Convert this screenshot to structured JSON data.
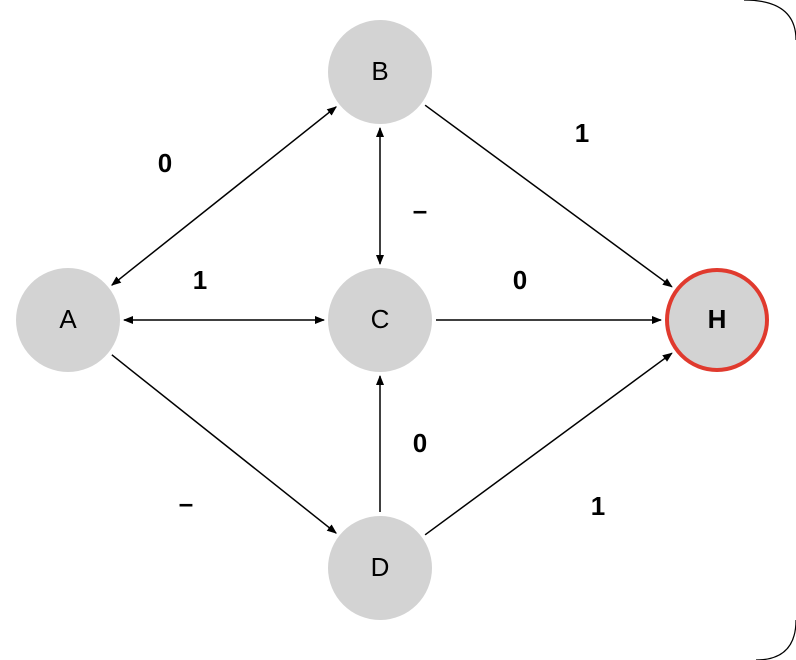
{
  "diagram": {
    "colors": {
      "node_fill": "#d3d3d3",
      "highlight_stroke": "#e03a2e",
      "edge": "#000000",
      "frame": "#000000"
    },
    "nodes": [
      {
        "id": "A",
        "label": "A",
        "highlight": false
      },
      {
        "id": "B",
        "label": "B",
        "highlight": false
      },
      {
        "id": "C",
        "label": "C",
        "highlight": false
      },
      {
        "id": "D",
        "label": "D",
        "highlight": false
      },
      {
        "id": "H",
        "label": "H",
        "highlight": true
      }
    ],
    "edges": [
      {
        "id": "A-B",
        "from": "A",
        "to": "B",
        "label": "0",
        "bidirectional": true
      },
      {
        "id": "B-C",
        "from": "B",
        "to": "C",
        "label": "–",
        "bidirectional": true
      },
      {
        "id": "A-C",
        "from": "A",
        "to": "C",
        "label": "1",
        "bidirectional": true
      },
      {
        "id": "B-H",
        "from": "B",
        "to": "H",
        "label": "1",
        "bidirectional": false
      },
      {
        "id": "C-H",
        "from": "C",
        "to": "H",
        "label": "0",
        "bidirectional": false
      },
      {
        "id": "A-D",
        "from": "A",
        "to": "D",
        "label": "–",
        "bidirectional": false
      },
      {
        "id": "D-C",
        "from": "D",
        "to": "C",
        "label": "0",
        "bidirectional": false
      },
      {
        "id": "D-H",
        "from": "D",
        "to": "H",
        "label": "1",
        "bidirectional": false
      }
    ]
  }
}
